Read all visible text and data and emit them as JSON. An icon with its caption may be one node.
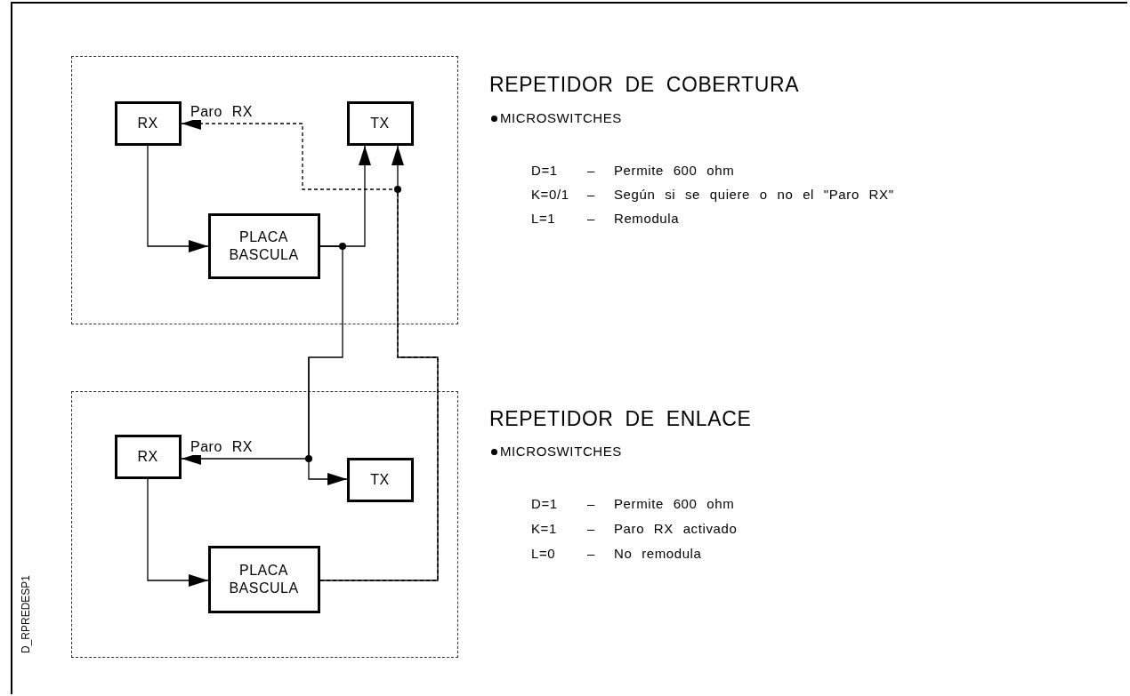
{
  "diagram": {
    "nodes": [
      {
        "text": [],
        "shape": "box"
      },
      {
        "text": [
          "RX"
        ],
        "in": 0
      },
      {
        "text": [
          "TX"
        ],
        "in": 0
      },
      {
        "text": [
          "PLACA BASCULA"
        ],
        "in": 0
      },
      {
        "text": [],
        "shape": "box"
      },
      {
        "text": [
          "RX"
        ],
        "in": 4
      },
      {
        "text": [
          "TX"
        ],
        "in": 4
      },
      {
        "text": [
          "PLACA BASCULA"
        ],
        "in": 4
      }
    ],
    "edges": [
      {
        "from": 1,
        "to": 3,
        "arrow": "to"
      },
      {
        "from": 3,
        "to": 2,
        "arrow": "to"
      },
      {
        "from": 3,
        "to": 5,
        "arrow": "to",
        "label": "Paro RX"
      },
      {
        "from": 3,
        "to": 6,
        "arrow": "to"
      },
      {
        "from": 5,
        "to": 7,
        "arrow": "to"
      },
      {
        "from": 7,
        "to": 2,
        "arrow": "to"
      },
      {
        "from": 7,
        "to": 1,
        "arrow": "to",
        "label": "Paro RX",
        "style": "dashed"
      }
    ],
    "labels": [
      "REPETIDOR DE COBERTURA",
      "MICROSWITCHES",
      "D=1",
      "–",
      "Permite 600 ohm",
      "K=0/1",
      "–",
      "Según si se quiere o no el \"Paro RX\"",
      "L=1",
      "–",
      "Remodula",
      "REPETIDOR DE ENLACE",
      "MICROSWITCHES",
      "D=1",
      "–",
      "Permite 600 ohm",
      "K=1",
      "–",
      "Paro RX activado",
      "L=0",
      "–",
      "No remodula",
      "D_RPREDESP1"
    ]
  }
}
